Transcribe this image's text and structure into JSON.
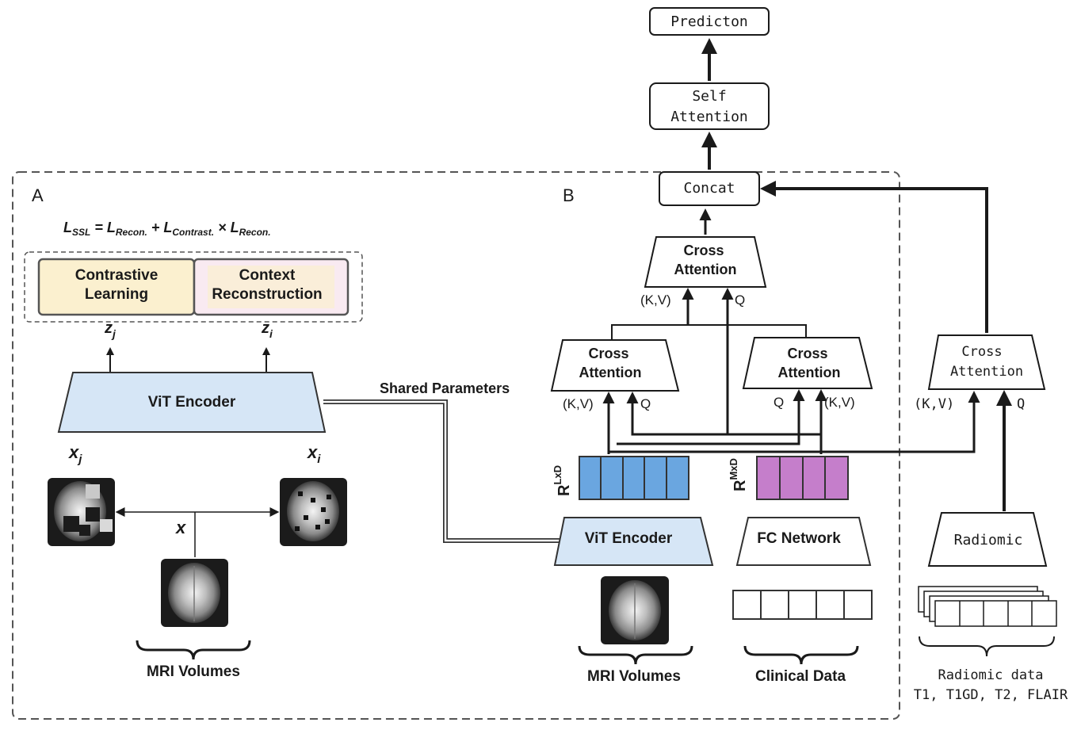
{
  "panel_a": {
    "label": "A",
    "loss": {
      "l1": "L",
      "s1": "SSL",
      "eq": " = ",
      "l2": "L",
      "s2": "Recon.",
      "plus": " + ",
      "l3": "L",
      "s3": "Contrast.",
      "times": " × ",
      "l4": "L",
      "s4": "Recon."
    },
    "contrastive": [
      "Contrastive",
      "Learning"
    ],
    "context": [
      "Context",
      "Reconstruction"
    ],
    "zj": "z",
    "zj_sub": "j",
    "zi": "z",
    "zi_sub": "i",
    "encoder": "ViT Encoder",
    "xj": "x",
    "xj_sub": "j",
    "xi": "x",
    "xi_sub": "i",
    "x": "x",
    "mri": "MRI Volumes"
  },
  "shared": "Shared Parameters",
  "panel_b": {
    "label": "B",
    "concat": "Concat",
    "self_attention": [
      "Self",
      "Attention"
    ],
    "prediction": "Predicton",
    "top_cross": [
      "Cross",
      "Attention"
    ],
    "left_cross": [
      "Cross",
      "Attention"
    ],
    "right_cross": [
      "Cross",
      "Attention"
    ],
    "kv": "(K,V)",
    "q": "Q",
    "r_lxd": "R",
    "r_lxd_sup": "LxD",
    "r_mxd": "R",
    "r_mxd_sup": "MxD",
    "vit": "ViT Encoder",
    "fc": "FC Network",
    "mri": "MRI Volumes",
    "clinical": "Clinical Data"
  },
  "radiomic": {
    "cross": [
      "Cross",
      "Attention"
    ],
    "kv": "(K,V)",
    "q": "Q",
    "encoder": "Radiomic",
    "caption": [
      "Radiomic data",
      "T1, T1GD, T2, FLAIR"
    ]
  },
  "colors": {
    "stroke": "#1a1a1a",
    "yellow": "#fbf0cf",
    "pink": "#f9eaf1",
    "blue": "#d6e6f6",
    "token_blue": "#6aa6e0",
    "token_purple": "#c57ecb"
  }
}
